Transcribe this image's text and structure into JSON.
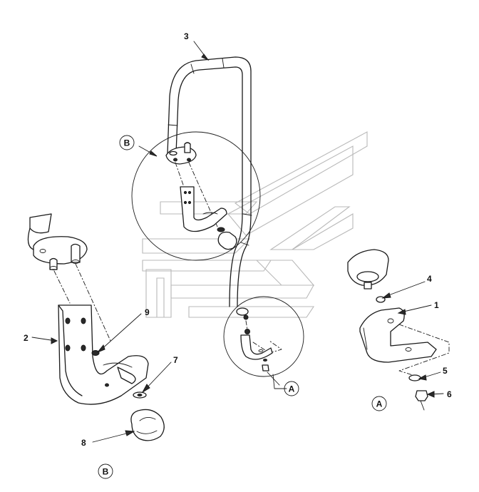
{
  "callouts": {
    "c1": "1",
    "c2": "2",
    "c3": "3",
    "c4": "4",
    "c5": "5",
    "c6": "6",
    "c7": "7",
    "c8": "8",
    "c9": "9"
  },
  "detail_labels": {
    "b_top": "B",
    "a_mid": "A",
    "a_right": "A",
    "b_bottom": "B"
  }
}
